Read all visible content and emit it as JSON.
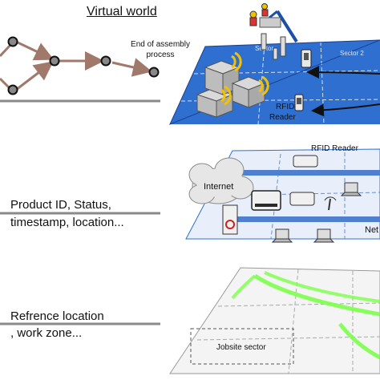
{
  "title": "Virtual world",
  "end_of_assembly": [
    "End of assembly",
    "process"
  ],
  "data_label": [
    "Product  ID, Status,",
    "timestamp, location..."
  ],
  "ref_label": [
    "Refrence location",
    ", work zone..."
  ],
  "sector_labels": [
    "Sector",
    "Sector 2"
  ],
  "rfid_label": [
    "RFID",
    "Reader"
  ],
  "rfid_reader_top": "RFID Reader",
  "internet": "Internet",
  "network": "Net",
  "jobsite": "Jobsite sector",
  "colors": {
    "blue_floor": "#2f6fd0",
    "green_path": "#7cff4a",
    "wifi": "#f2c200",
    "arrow": "#a0796b"
  }
}
